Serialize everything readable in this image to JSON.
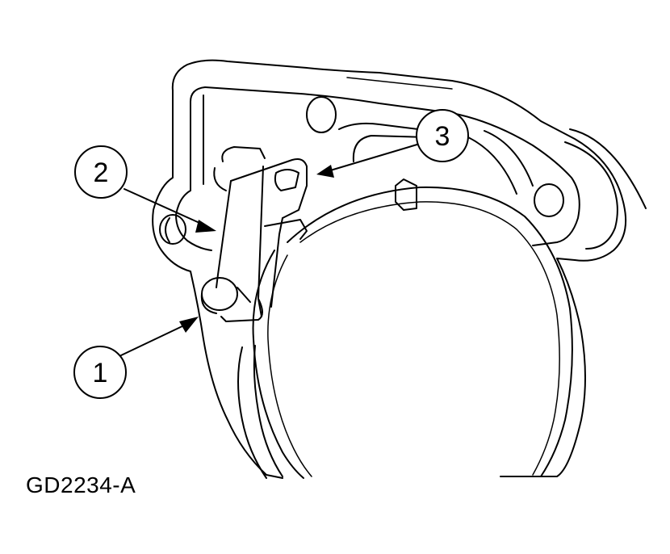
{
  "callouts": [
    {
      "id": "1",
      "label": "1"
    },
    {
      "id": "2",
      "label": "2"
    },
    {
      "id": "3",
      "label": "3"
    }
  ],
  "figure_code": "GD2234-A"
}
